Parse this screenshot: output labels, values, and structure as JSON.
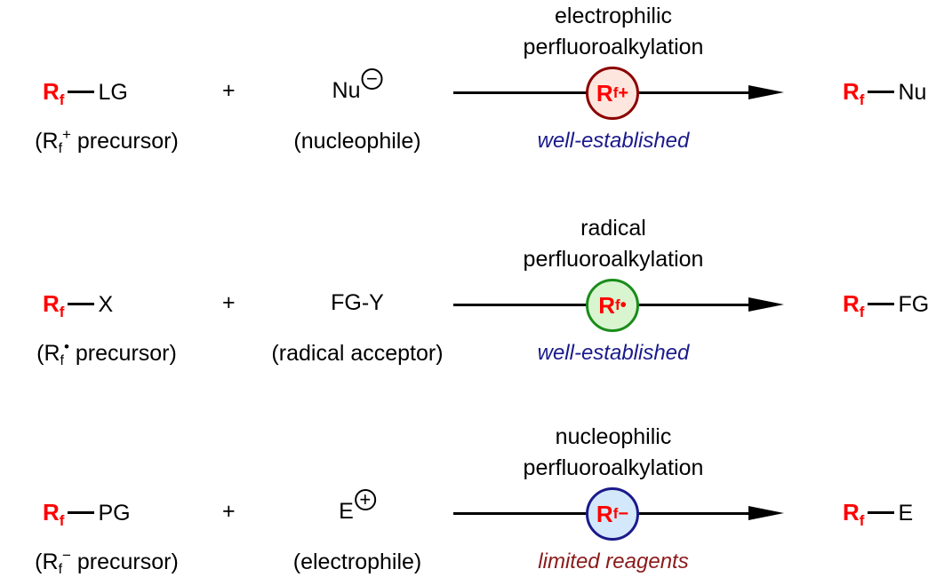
{
  "rows": [
    {
      "reagent": {
        "rf": "R",
        "rf_sub": "f",
        "group": "LG"
      },
      "reagent_label": {
        "open": "(R",
        "sub": "f",
        "sup": "+",
        "rest": " precursor)"
      },
      "plus": "+",
      "partner": {
        "text": "Nu",
        "charge": "−"
      },
      "partner_label": "(nucleophile)",
      "title_line1": "electrophilic",
      "title_line2": "perfluoroalkylation",
      "intermediate": {
        "r": "R",
        "sub": "f",
        "sup": "+",
        "fill": "#fde6de",
        "stroke": "#8b0000"
      },
      "note": "well-established",
      "note_color": "#1a1a8c",
      "product": {
        "rf": "R",
        "rf_sub": "f",
        "group": "Nu"
      }
    },
    {
      "reagent": {
        "rf": "R",
        "rf_sub": "f",
        "group": "X"
      },
      "reagent_label": {
        "open": "(R",
        "sub": "f",
        "sup": "•",
        "rest": "  precursor)"
      },
      "plus": "+",
      "partner": {
        "text": "FG-Y",
        "charge": ""
      },
      "partner_label": "(radical acceptor)",
      "title_line1": "radical",
      "title_line2": "perfluoroalkylation",
      "intermediate": {
        "r": "R",
        "sub": "f",
        "sup": "•",
        "fill": "#d9f5d0",
        "stroke": "#1a8c1a"
      },
      "note": "well-established",
      "note_color": "#1a1a8c",
      "product": {
        "rf": "R",
        "rf_sub": "f",
        "group": "FG"
      }
    },
    {
      "reagent": {
        "rf": "R",
        "rf_sub": "f",
        "group": "PG"
      },
      "reagent_label": {
        "open": "(R",
        "sub": "f",
        "sup": "−",
        "rest": "  precursor)"
      },
      "plus": "+",
      "partner": {
        "text": "E",
        "charge": "+"
      },
      "partner_label": "(electrophile)",
      "title_line1": "nucleophilic",
      "title_line2": "perfluoroalkylation",
      "intermediate": {
        "r": "R",
        "sub": "f",
        "sup": "−",
        "fill": "#d4e8fb",
        "stroke": "#1a1a8c"
      },
      "note": "limited reagents",
      "note_color": "#8b1a1a",
      "product": {
        "rf": "R",
        "rf_sub": "f",
        "group": "E"
      }
    }
  ]
}
